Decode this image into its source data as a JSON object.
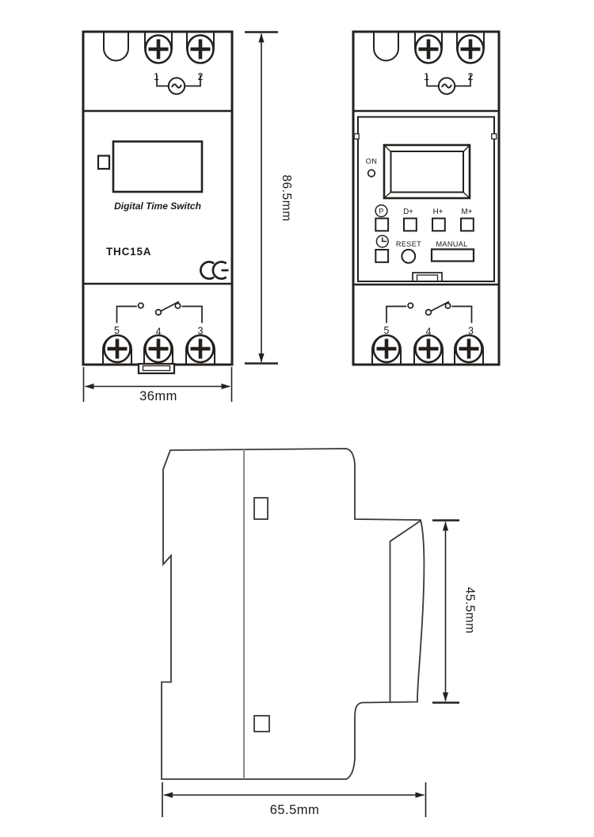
{
  "drawing": {
    "product": {
      "title": "Digital Time Switch",
      "model": "THC15A",
      "ce_mark": "CE"
    },
    "terminals": {
      "top": [
        "1",
        "2"
      ],
      "bottom": [
        "5",
        "4",
        "3"
      ]
    },
    "panel": {
      "led_label": "ON",
      "program_label": "P",
      "day_label": "D+",
      "hour_label": "H+",
      "minute_label": "M+",
      "reset_label": "RESET",
      "manual_label": "MANUAL"
    },
    "dimensions": {
      "front_height": "86.5mm",
      "front_width": "36mm",
      "side_clip_height": "45.5mm",
      "side_depth": "65.5mm"
    }
  }
}
